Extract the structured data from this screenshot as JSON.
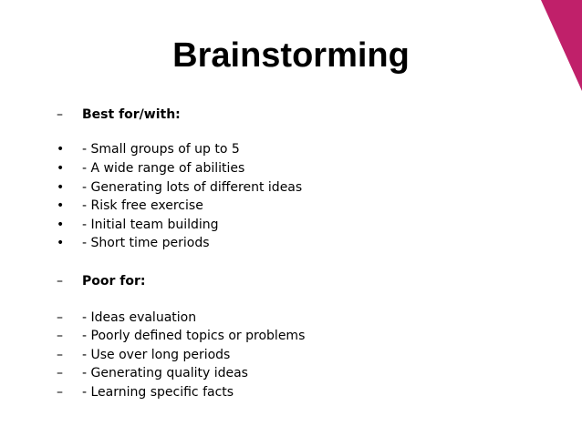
{
  "slide": {
    "accent_color": "#C0206A",
    "title": "Brainstorming",
    "best_section": {
      "marker": "–",
      "heading": "Best for/with:",
      "items": [
        "- Small groups of up to 5",
        "- A wide range of abilities",
        "- Generating lots of different ideas",
        "- Risk free exercise",
        "- Initial team building",
        "- Short time periods"
      ],
      "item_marker": "•"
    },
    "poor_section": {
      "marker": "–",
      "heading": "Poor for:",
      "items": [
        "- Ideas evaluation",
        "- Poorly defined topics or problems",
        "- Use over long periods",
        "- Generating quality ideas",
        "- Learning specific facts"
      ],
      "item_marker": "–"
    }
  }
}
